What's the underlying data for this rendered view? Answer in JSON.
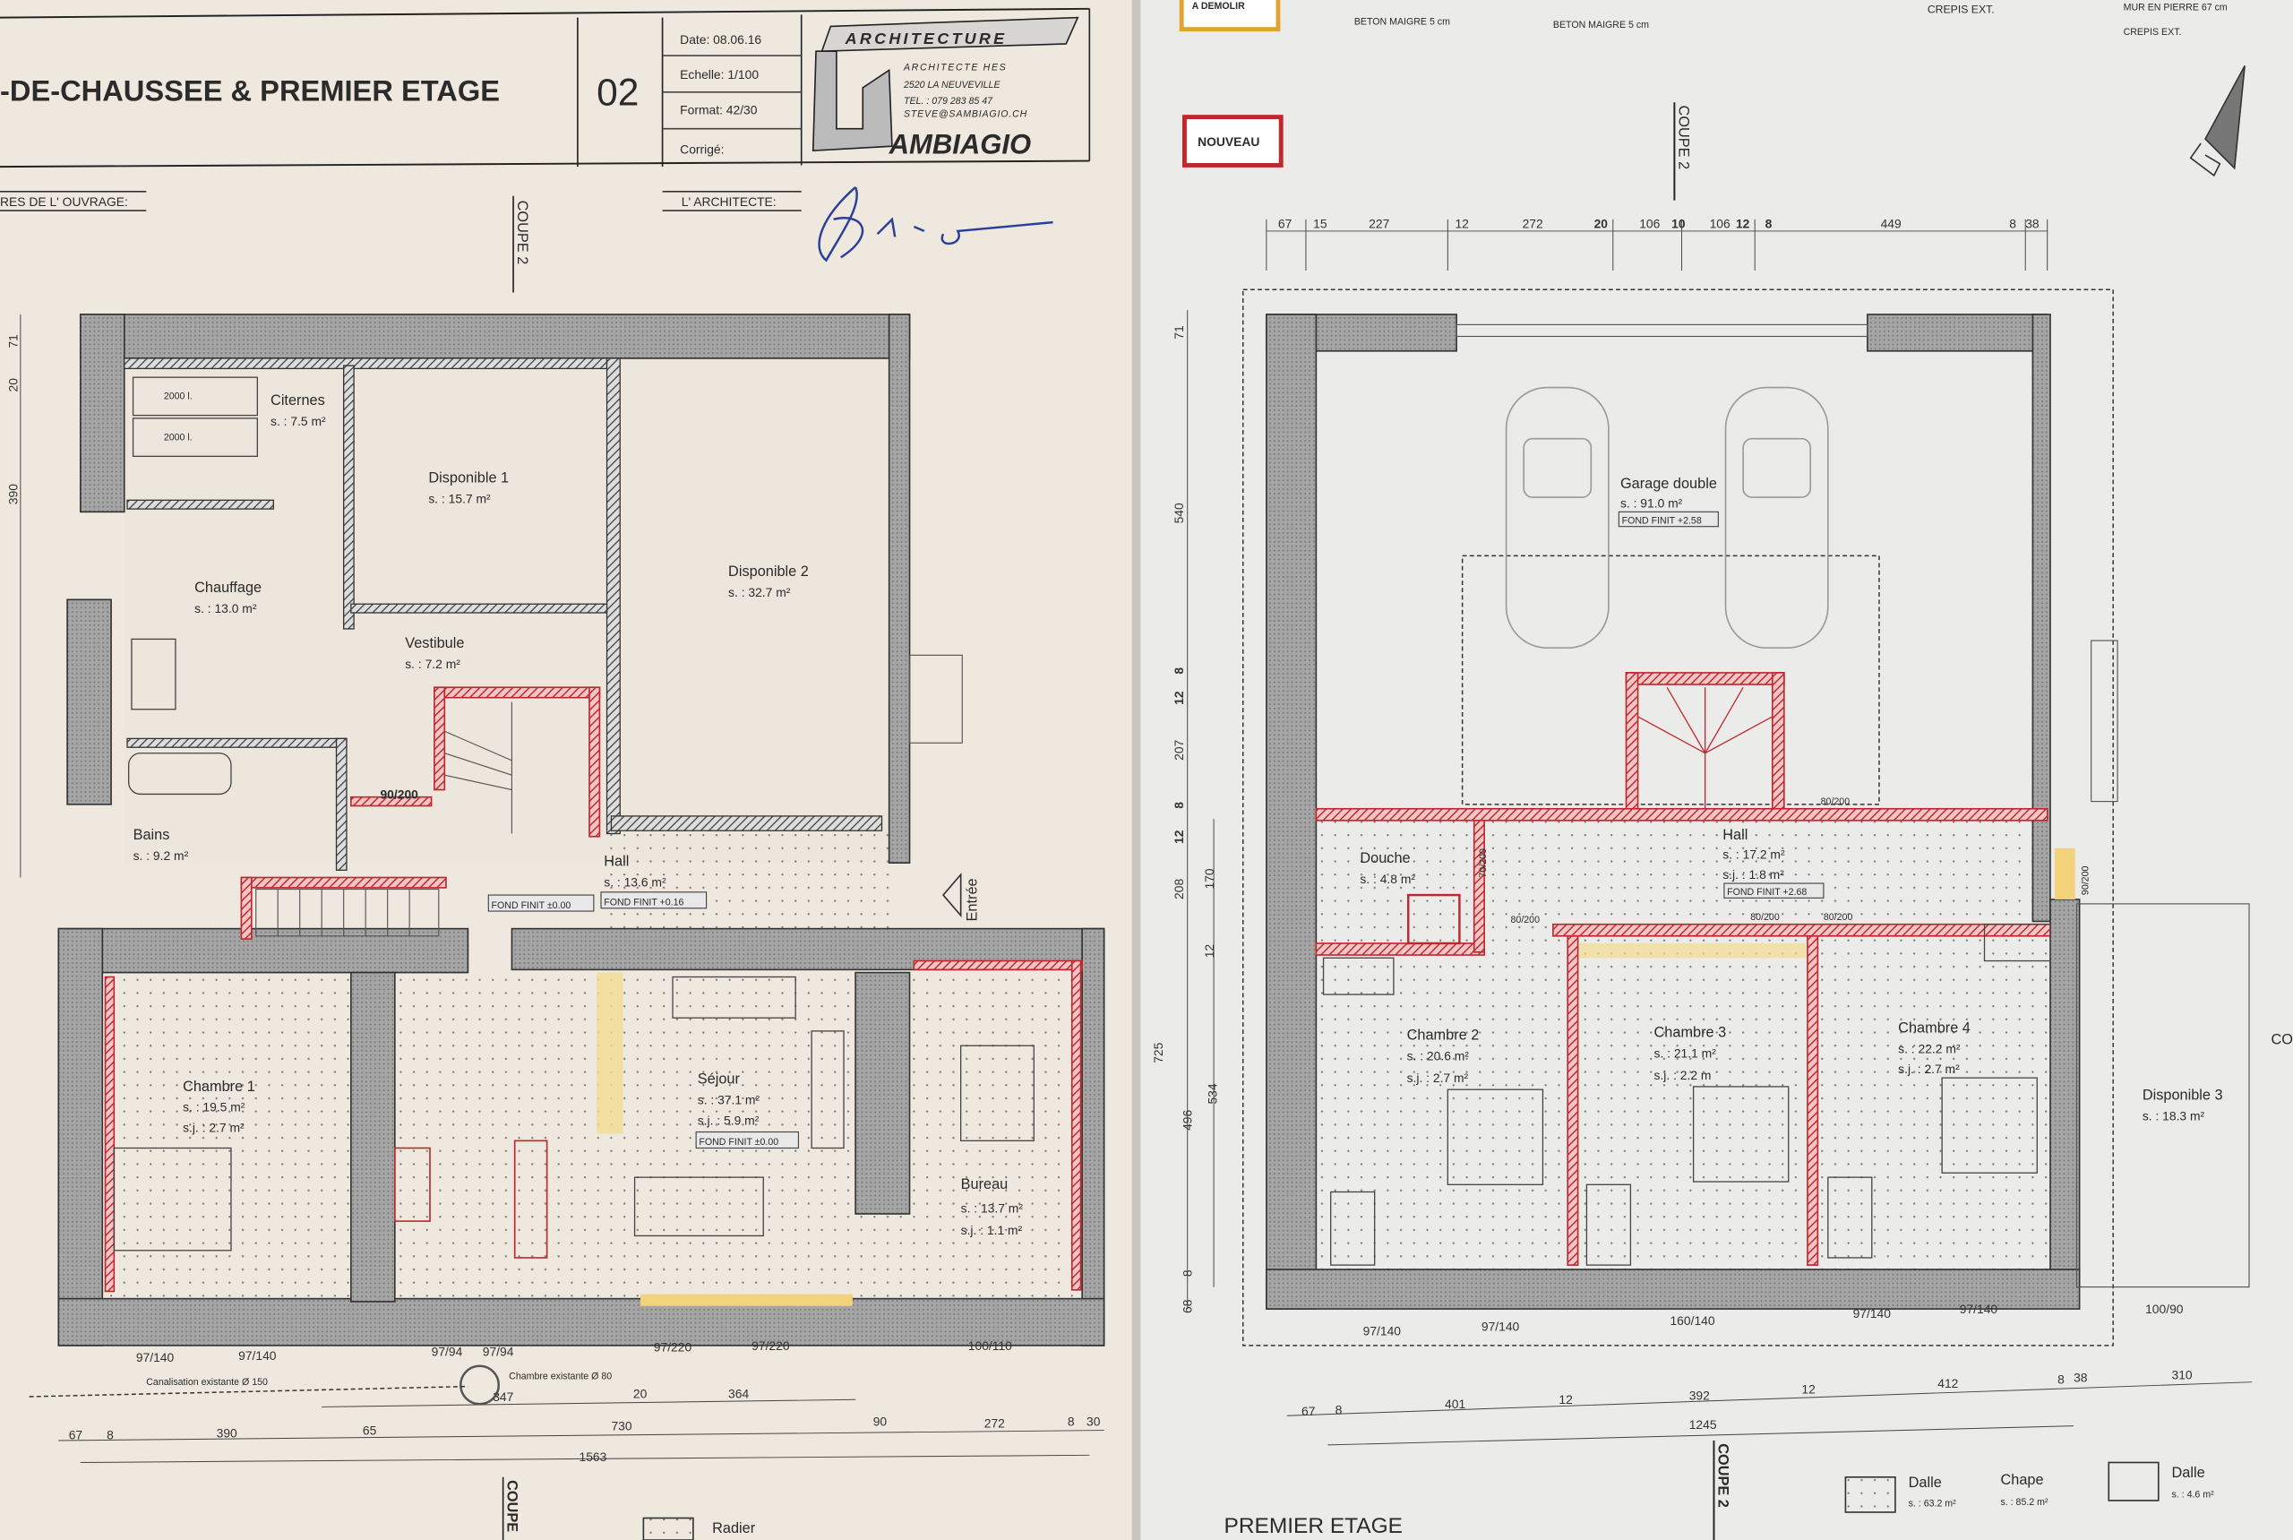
{
  "title_block": {
    "title": "-DE-CHAUSSEE & PREMIER ETAGE",
    "sheet_number": "02",
    "date": "Date: 08.06.16",
    "scale": "Echelle: 1/100",
    "format": "Format: 42/30",
    "corrected": "Corrigé:",
    "owner_label": "RES DE L' OUVRAGE:",
    "architect_label": "L' ARCHITECTE:",
    "section_label": "COUPE 2"
  },
  "logo": {
    "brand_top": "ARCHITECTURE",
    "line1": "ARCHITECTE   HES",
    "line2": "2520     LA NEUVEVILLE",
    "line3": "TEL. :    079  283 85 47",
    "line4": "STEVE@SAMBIAGIO.CH",
    "brand_bottom": "AMBIAGIO",
    "signature": "Sambiagio"
  },
  "colors": {
    "paper_left": "#eee8df",
    "paper_right": "#ebebea",
    "new_wall": "#c0272d",
    "demolish": "#e0a431",
    "wall_gray": "#9b9b9b"
  },
  "ground_floor": {
    "rooms": [
      {
        "name": "Citernes",
        "area": "s. : 7.5 m²"
      },
      {
        "name": "Disponible 1",
        "area": "s. : 15.7 m²"
      },
      {
        "name": "Chauffage",
        "area": "s. : 13.0 m²"
      },
      {
        "name": "Disponible 2",
        "area": "s. : 32.7 m²"
      },
      {
        "name": "Vestibule",
        "area": "s. : 7.2 m²"
      },
      {
        "name": "Bains",
        "area": "s. : 9.2 m²"
      },
      {
        "name": "Hall",
        "area": "s. : 13.6 m²",
        "level": "FOND FINIT +0.16"
      },
      {
        "name": "Chambre 1",
        "area": "s. : 19.5 m²",
        "area_sj": "s.j. : 2.7 m²"
      },
      {
        "name": "Séjour",
        "area": "s. : 37.1 m²",
        "area_sj": "s.j. : 5.9 m²",
        "level": "FOND FINIT ±0.00"
      },
      {
        "name": "Bureau",
        "area": "s. : 13.7 m²",
        "area_sj": "s.j. : 1.1 m²"
      }
    ],
    "tanks": [
      "2000 l.",
      "2000 l."
    ],
    "level_vestibule": "FOND FINIT ±0.00",
    "door": "90/200",
    "entrance": "Entrée",
    "windows": [
      "97/140",
      "97/140",
      "97/94",
      "97/94",
      "97/220",
      "97/220",
      "100/110"
    ],
    "notes": [
      "Canalisation existante Ø 150",
      "Chambre existante Ø 80"
    ],
    "dims_bottom_1": [
      "347",
      "20",
      "364"
    ],
    "dims_bottom_2": [
      "67",
      "8",
      "390",
      "65",
      "730",
      "90",
      "272",
      "8",
      "30"
    ],
    "dim_total": "1563",
    "dims_left": [
      "71",
      "20",
      "390"
    ],
    "section_label": "COUPE",
    "legend": {
      "label": "Radier"
    }
  },
  "first_floor": {
    "title": "PREMIER ETAGE",
    "legend_badges": {
      "demolish": "A DEMOLIR",
      "new": "NOUVEAU"
    },
    "notes_top": [
      "BETON MAIGRE 5 cm",
      "BETON MAIGRE 5 cm",
      "CREPIS EXT.",
      "MUR EN PIERRE 67 cm",
      "CREPIS EXT."
    ],
    "rooms": [
      {
        "name": "Garage double",
        "area": "s. : 91.0 m²",
        "level": "FOND FINIT +2.58"
      },
      {
        "name": "Douche",
        "area": "s. : 4.8 m²"
      },
      {
        "name": "Hall",
        "area": "s. : 17.2 m²",
        "area_sj": "s.j. : 1.8 m²",
        "level": "FOND FINIT +2.68"
      },
      {
        "name": "Chambre 2",
        "area": "s. : 20.6 m²",
        "area_sj": "s.j. : 2.7 m²"
      },
      {
        "name": "Chambre 3",
        "area": "s. : 21.1 m²",
        "area_sj": "s.j. : 2.2 m"
      },
      {
        "name": "Chambre 4",
        "area": "s. : 22.2 m²",
        "area_sj": "s.j. : 2.7 m²"
      },
      {
        "name": "Disponible 3",
        "area": "s. : 18.3 m²"
      }
    ],
    "doors": [
      "70/200",
      "80/200",
      "90/200",
      "80/200",
      "80/200",
      "80/200"
    ],
    "windows": [
      "97/140",
      "97/140",
      "160/140",
      "97/140",
      "97/140",
      "100/90"
    ],
    "dims_top": [
      "67",
      "15",
      "227",
      "12",
      "272",
      "20",
      "106",
      "10",
      "106",
      "12",
      "8",
      "449",
      "8",
      "38"
    ],
    "dims_bottom": [
      "67",
      "8",
      "401",
      "12",
      "392",
      "12",
      "412",
      "8",
      "38",
      "310"
    ],
    "dim_total": "1245",
    "dims_left": [
      "71",
      "540",
      "8",
      "12",
      "207",
      "8",
      "12",
      "208",
      "170",
      "12",
      "725",
      "496",
      "534",
      "8",
      "68"
    ],
    "section_label": "COUPE 2",
    "section_label_cut": "CO",
    "legend": [
      {
        "label": "Dalle",
        "area": "s. : 63.2 m²"
      },
      {
        "label": "Chape",
        "area": "s. : 85.2 m²"
      },
      {
        "label": "Dalle",
        "area": "s. : 4.6 m²"
      }
    ]
  }
}
